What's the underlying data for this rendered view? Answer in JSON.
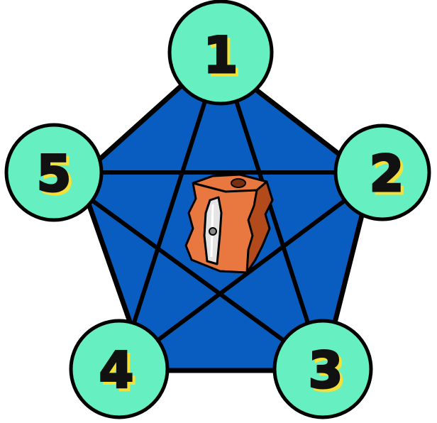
{
  "nodes": [
    {
      "label": "1"
    },
    {
      "label": "2"
    },
    {
      "label": "3"
    },
    {
      "label": "4"
    },
    {
      "label": "5"
    }
  ],
  "center_icon": "pencil-sharpener-icon",
  "colors": {
    "pentagon_fill": "#0A5DC0",
    "node_fill": "#66F0C2",
    "outline": "#000000",
    "number_fill": "#111111",
    "number_shadow": "#F2E13A",
    "sharpener_body": "#E87840",
    "sharpener_dark": "#B24A1C",
    "sharpener_blade": "#E4E4E4"
  }
}
